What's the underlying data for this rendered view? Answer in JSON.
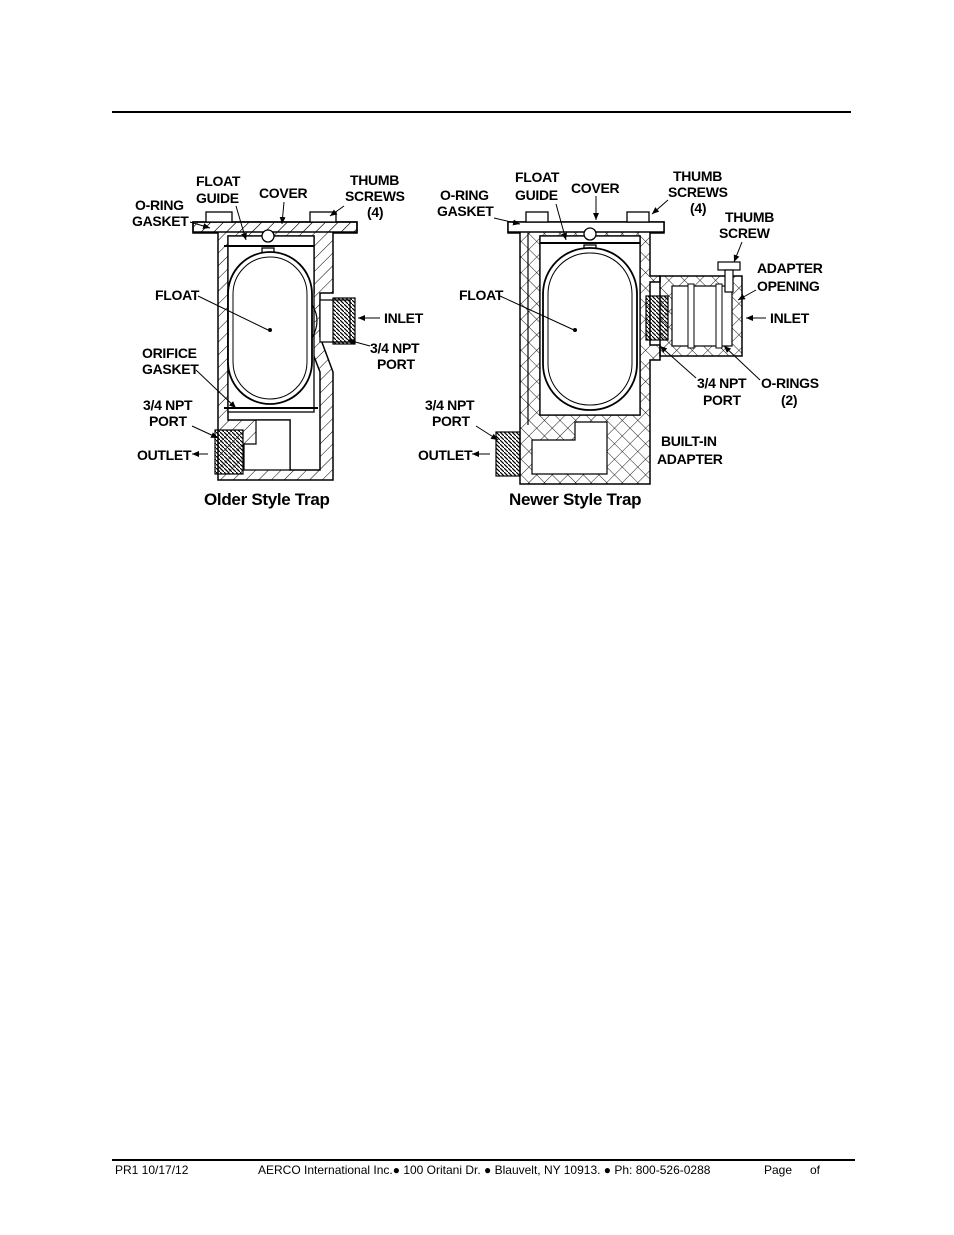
{
  "older": {
    "labels": {
      "float_guide_1": "FLOAT",
      "float_guide_2": "GUIDE",
      "cover": "COVER",
      "thumb_screws_1": "THUMB",
      "thumb_screws_2": "SCREWS",
      "thumb_screws_3": "(4)",
      "oring_1": "O-RING",
      "oring_2": "GASKET",
      "float": "FLOAT",
      "inlet": "INLET",
      "npt_in_1": "3/4 NPT",
      "npt_in_2": "PORT",
      "orifice_1": "ORIFICE",
      "orifice_2": "GASKET",
      "npt_out_1": "3/4 NPT",
      "npt_out_2": "PORT",
      "outlet": "OUTLET"
    },
    "caption": "Older Style Trap"
  },
  "newer": {
    "labels": {
      "oring_1": "O-RING",
      "oring_2": "GASKET",
      "float_guide_1": "FLOAT",
      "float_guide_2": "GUIDE",
      "cover": "COVER",
      "thumb_screws_1": "THUMB",
      "thumb_screws_2": "SCREWS",
      "thumb_screws_3": "(4)",
      "thumb_screw_1": "THUMB",
      "thumb_screw_2": "SCREW",
      "adapter_1": "ADAPTER",
      "adapter_2": "OPENING",
      "float": "FLOAT",
      "inlet": "INLET",
      "npt_in_1": "3/4 NPT",
      "npt_in_2": "PORT",
      "orings_1": "O-RINGS",
      "orings_2": "(2)",
      "npt_out_1": "3/4 NPT",
      "npt_out_2": "PORT",
      "outlet": "OUTLET",
      "builtin_1": "BUILT-IN",
      "builtin_2": "ADAPTER"
    },
    "caption": "Newer Style Trap"
  },
  "footer": {
    "revision": "PR1 10/17/12",
    "company": "AERCO International Inc.● 100 Oritani Dr. ● Blauvelt, NY 10913. ● Ph: 800-526-0288",
    "page": "Page",
    "of": "of"
  }
}
